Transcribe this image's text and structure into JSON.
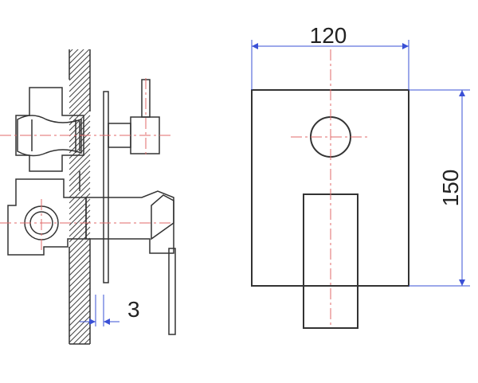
{
  "dimensions": {
    "width": "120",
    "height": "150",
    "wall_gap": "3"
  },
  "colors": {
    "outline": "#333333",
    "centerline": "#e26a6a",
    "dimension": "#3a50d6"
  }
}
